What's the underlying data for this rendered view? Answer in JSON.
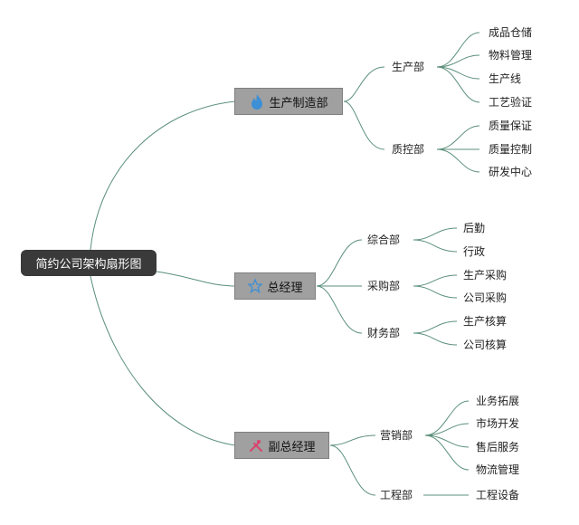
{
  "root": "简约公司架构扇形图",
  "branches": [
    {
      "label": "生产制造部",
      "icon": "flame-icon",
      "children": [
        {
          "label": "生产部",
          "children": [
            "成品仓储",
            "物料管理",
            "生产线",
            "工艺验证"
          ]
        },
        {
          "label": "质控部",
          "children": [
            "质量保证",
            "质量控制",
            "研发中心"
          ]
        }
      ]
    },
    {
      "label": "总经理",
      "icon": "star-icon",
      "children": [
        {
          "label": "综合部",
          "children": [
            "后勤",
            "行政"
          ]
        },
        {
          "label": "采购部",
          "children": [
            "生产采购",
            "公司采购"
          ]
        },
        {
          "label": "财务部",
          "children": [
            "生产核算",
            "公司核算"
          ]
        }
      ]
    },
    {
      "label": "副总经理",
      "icon": "tools-icon",
      "children": [
        {
          "label": "营销部",
          "children": [
            "业务拓展",
            "市场开发",
            "售后服务",
            "物流管理"
          ]
        },
        {
          "label": "工程部",
          "children": [
            "工程设备"
          ]
        }
      ]
    }
  ],
  "colors": {
    "line": "#5b8f7b",
    "root_bg": "#3a3a3a",
    "node_bg": "#a0a0a0",
    "flame": "#3d8fd6",
    "star": "#3d8fd6",
    "tools": "#d9436e"
  }
}
